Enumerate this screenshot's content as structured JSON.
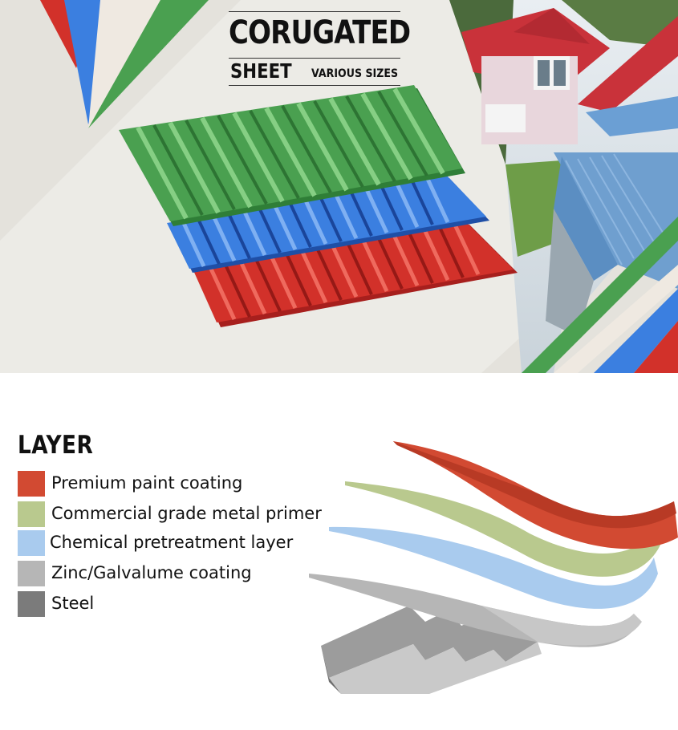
{
  "banner": {
    "title": "CORUGATED",
    "subtitle": "SHEET",
    "tagline": "VARIOUS SIZES"
  },
  "layers": {
    "heading": "LAYER",
    "items": [
      {
        "label": "Premium paint coating",
        "color": "#d24a32"
      },
      {
        "label": "Commercial grade metal primer",
        "color": "#b9c98e"
      },
      {
        "label": "Chemical pretreatment layer",
        "color": "#a9cbee"
      },
      {
        "label": "Zinc/Galvalume coating",
        "color": "#b6b6b6"
      },
      {
        "label": "Steel",
        "color": "#7b7b7b"
      }
    ]
  },
  "colors": {
    "red": "#d2312a",
    "blue": "#3b7fe0",
    "green": "#4aa050",
    "background": "#ecebe6"
  }
}
